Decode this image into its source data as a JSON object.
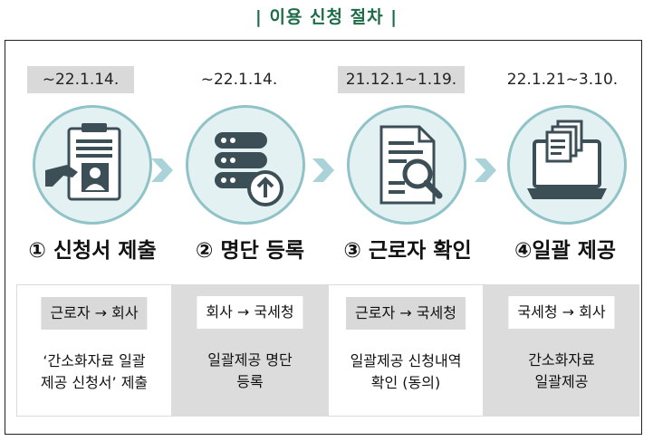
{
  "title": "| 이용 신청 절차 |",
  "steps": [
    {
      "date": "~22.1.14.",
      "label": "① 신청서 제출",
      "icon": "document-hand-icon",
      "flow": "근로자 → 회사",
      "desc": [
        "‘간소화자료 일괄",
        "제공 신청서’ 제출"
      ]
    },
    {
      "date": "~22.1.14.",
      "label": "② 명단 등록",
      "icon": "database-upload-icon",
      "flow": "회사 → 국세청",
      "desc": [
        "일괄제공 명단",
        "등록"
      ]
    },
    {
      "date": "21.12.1~1.19.",
      "label": "③ 근로자 확인",
      "icon": "document-search-icon",
      "flow": "근로자 → 국세청",
      "desc": [
        "일괄제공 신청내역",
        "확인 (동의)"
      ]
    },
    {
      "date": "22.1.21~3.10.",
      "label": "④일괄 제공",
      "icon": "laptop-documents-icon",
      "flow": "국세청 → 회사",
      "desc": [
        "간소화자료",
        "일괄제공"
      ]
    }
  ],
  "colors": {
    "title": "#1d6b47",
    "circle_fill": "#e4f1f2",
    "circle_ring": "#8fc3c8",
    "icon_dark": "#3c4f57",
    "chevron": "#a9d3d8",
    "panel_gray": "#dcdcdc"
  }
}
